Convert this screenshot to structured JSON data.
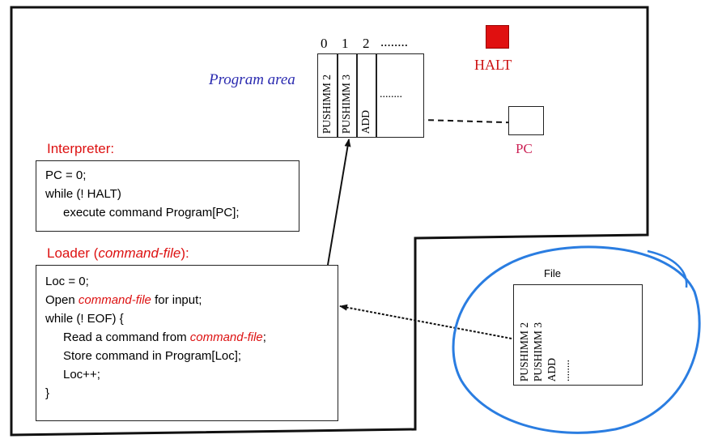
{
  "program_area": {
    "label": "Program area",
    "indices": [
      "0",
      "1",
      "2",
      "........"
    ],
    "cells": [
      "PUSHIMM 2",
      "PUSHIMM 3",
      "ADD"
    ],
    "more": "........"
  },
  "halt": {
    "label": "HALT",
    "color": "#e01010"
  },
  "pc": {
    "label": "PC"
  },
  "interpreter": {
    "title": "Interpreter:",
    "lines": [
      "PC = 0;",
      "while (! HALT)",
      "execute command Program[PC];"
    ]
  },
  "loader": {
    "title_prefix": "Loader (",
    "title_param": "command-file",
    "title_suffix": "):",
    "line1": "Loc = 0;",
    "line2_pre": "Open ",
    "line2_param": "command-file",
    "line2_post": " for input;",
    "line3": "while (! EOF) {",
    "line4_pre": "Read a command from ",
    "line4_param": "command-file",
    "line4_post": ";",
    "line5": "Store command in Program[Loc];",
    "line6": "Loc++;",
    "line7": "}"
  },
  "file": {
    "label": "File",
    "lines": [
      "PUSHIMM 2",
      "PUSHIMM 3",
      "ADD",
      "........"
    ]
  },
  "colors": {
    "accent_red": "#dd1111",
    "label_blue": "#2b2bb0",
    "pc_red": "#cc2255",
    "circle_blue": "#2a7de1"
  }
}
